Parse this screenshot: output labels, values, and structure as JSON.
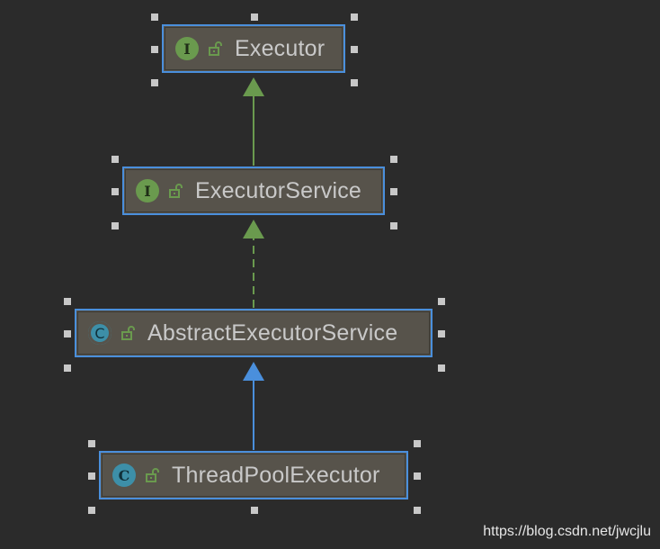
{
  "diagram": {
    "nodes": [
      {
        "id": "executor",
        "label": "Executor",
        "kind": "interface",
        "badge": "I",
        "badge_icon": "interface-badge-icon",
        "modifier_icon": "public-lock-icon"
      },
      {
        "id": "executor-service",
        "label": "ExecutorService",
        "kind": "interface",
        "badge": "I",
        "badge_icon": "interface-badge-icon",
        "modifier_icon": "public-lock-icon"
      },
      {
        "id": "abstract-executor-service",
        "label": "AbstractExecutorService",
        "kind": "abstract",
        "badge": "C",
        "badge_icon": "abstract-class-badge-icon",
        "modifier_icon": "public-lock-icon"
      },
      {
        "id": "thread-pool-executor",
        "label": "ThreadPoolExecutor",
        "kind": "class",
        "badge": "C",
        "badge_icon": "class-badge-icon",
        "modifier_icon": "public-lock-icon"
      }
    ],
    "edges": [
      {
        "from": "executor-service",
        "to": "executor",
        "type": "extends-interface",
        "style": "solid",
        "color": "#6a9a4e"
      },
      {
        "from": "abstract-executor-service",
        "to": "executor-service",
        "type": "implements",
        "style": "dashed",
        "color": "#6a9a4e"
      },
      {
        "from": "thread-pool-executor",
        "to": "abstract-executor-service",
        "type": "extends-class",
        "style": "solid",
        "color": "#4a8fdc"
      }
    ]
  },
  "colors": {
    "background": "#2b2b2b",
    "node_fill": "#57534b",
    "node_border": "#4a8fdc",
    "interface_green": "#6a9a4e",
    "class_teal": "#3d8fa8",
    "inheritance_blue": "#4a8fdc",
    "handle": "#c8c8c8",
    "label_text": "#c9c9c9"
  },
  "watermark": "https://blog.csdn.net/jwcjlu"
}
